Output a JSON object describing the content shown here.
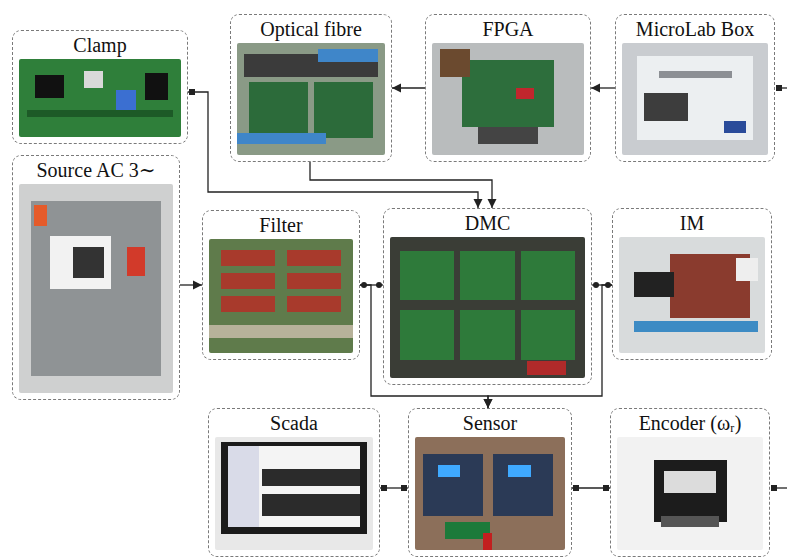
{
  "diagram": {
    "nodes": [
      {
        "text": [
          "Clamp"
        ]
      },
      {
        "text": [
          "Optical fibre"
        ]
      },
      {
        "text": [
          "FPGA"
        ]
      },
      {
        "text": [
          "MicroLab Box"
        ]
      },
      {
        "text": [
          "Source AC 3∼"
        ]
      },
      {
        "text": [
          "Filter"
        ]
      },
      {
        "text": [
          "DMC"
        ]
      },
      {
        "text": [
          "IM"
        ]
      },
      {
        "text": [
          "Scada"
        ]
      },
      {
        "text": [
          "Sensor"
        ]
      },
      {
        "text": [
          "Encoder (ωᵣ)"
        ]
      }
    ],
    "edges": [
      {
        "from": 3,
        "to": 2,
        "arrow": "to"
      },
      {
        "from": 2,
        "to": 1,
        "arrow": "to"
      },
      {
        "from": 1,
        "to": 6,
        "arrow": "to"
      },
      {
        "from": 0,
        "to": 6,
        "arrow": "to"
      },
      {
        "from": 4,
        "to": 5,
        "arrow": "to"
      },
      {
        "from": 5,
        "to": 6,
        "arrow": "none"
      },
      {
        "from": 6,
        "to": 7,
        "arrow": "none"
      },
      {
        "from": 5,
        "to": 9,
        "arrow": "to"
      },
      {
        "from": 7,
        "to": 9,
        "arrow": "to"
      },
      {
        "from": 8,
        "to": 9,
        "arrow": "none"
      },
      {
        "from": 9,
        "to": 10,
        "arrow": "none"
      }
    ]
  }
}
